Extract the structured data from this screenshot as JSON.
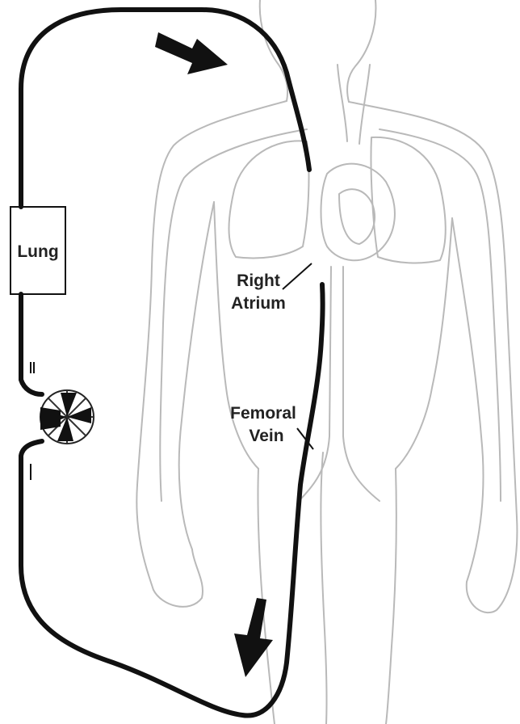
{
  "diagram": {
    "labels": {
      "lung": "Lung",
      "right_atrium_line1": "Right",
      "right_atrium_line2": "Atrium",
      "femoral_vein_line1": "Femoral",
      "femoral_vein_line2": "Vein"
    },
    "colors": {
      "tubing": "#111111",
      "body_outline": "#b9b9b9",
      "label_text": "#222222",
      "background": "#ffffff"
    },
    "icons": {
      "pump": "centrifugal-pump-icon",
      "flow_arrow": "arrow-icon"
    }
  }
}
